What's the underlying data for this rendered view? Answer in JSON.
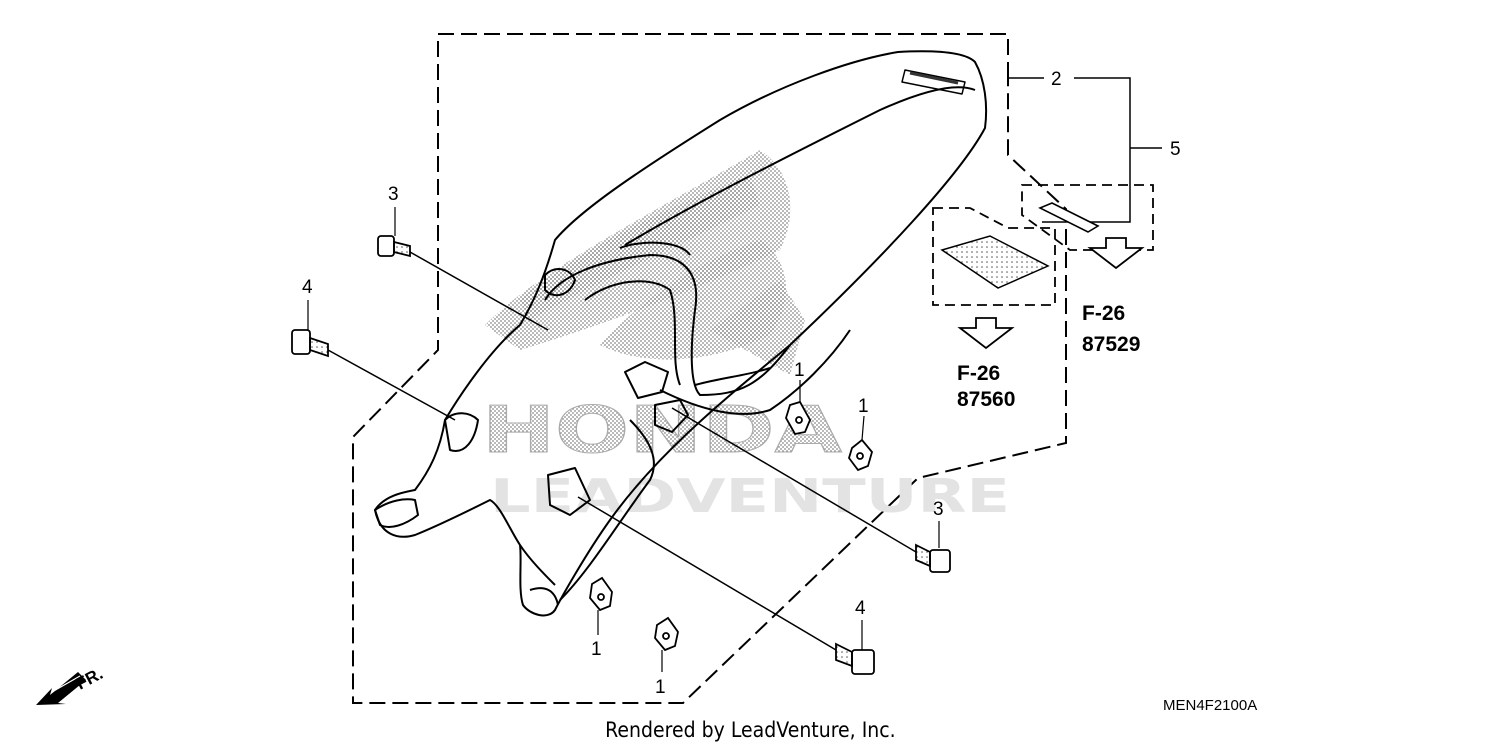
{
  "diagram": {
    "part_callouts": {
      "clip_nut": "1",
      "rear_fender_assembly": "2",
      "flange_bolt_small": "3",
      "flange_bolt_large": "4",
      "decal_strip": "5"
    },
    "references": {
      "emblem_sheet": {
        "page": "F-26",
        "number": "87560"
      },
      "decal_strip": {
        "page": "F-26",
        "number": "87529"
      }
    },
    "direction_label": "FR.",
    "diagram_code": "MEN4F2100A",
    "watermark": {
      "brand": "HONDA",
      "dealer": "LEADVENTURE"
    },
    "fender_badge": "HONDA",
    "footer": "Rendered by LeadVenture, Inc."
  }
}
